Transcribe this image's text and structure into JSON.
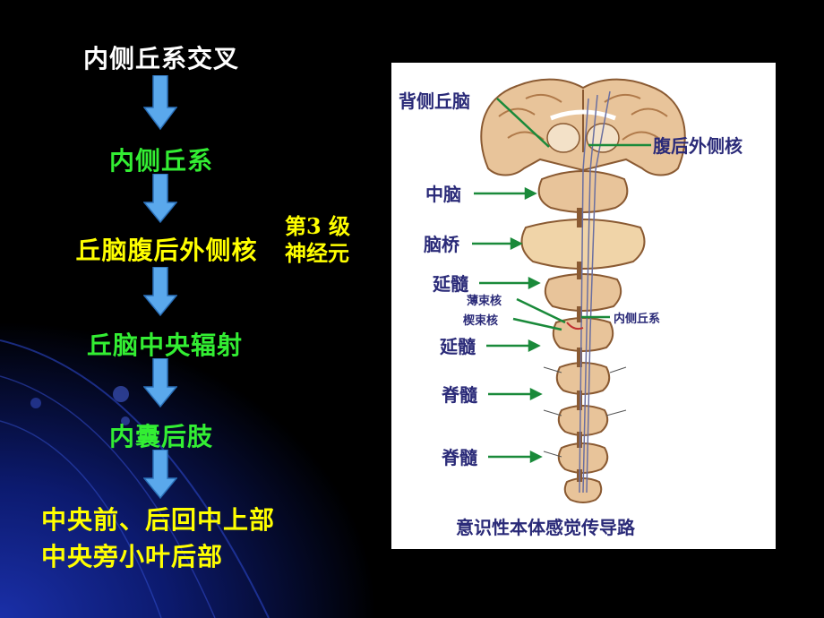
{
  "colors": {
    "white_text": "#ffffff",
    "green_text": "#33ee33",
    "yellow_text": "#ffff00",
    "arrow_fill": "#5aa8ec",
    "figure_label": "#2a2a78",
    "pointer_green": "#1a8a3a"
  },
  "flow": {
    "step1": "内侧丘系交叉",
    "step2": "内侧丘系",
    "step3": "丘脑腹后外侧核",
    "step3_note_line1": "第3 级",
    "step3_note_line2": "神经元",
    "step4": "丘脑中央辐射",
    "step5": "内囊后肢",
    "ending_line1": "中央前、后回中上部",
    "ending_line2": "中央旁小叶后部"
  },
  "figure": {
    "labels": {
      "dorsal_thalamus": "背侧丘脑",
      "vpl_nucleus": "腹后外侧核",
      "midbrain": "中脑",
      "pons": "脑桥",
      "medulla_upper": "延髓",
      "fasciculus_gracilis": "薄束核",
      "fasciculus_cuneatus": "楔束核",
      "medial_lemniscus": "内侧丘系",
      "medulla_lower": "延髓",
      "spinal_cord_1": "脊髓",
      "spinal_cord_2": "脊髓"
    },
    "caption": "意识性本体感觉传导路"
  }
}
